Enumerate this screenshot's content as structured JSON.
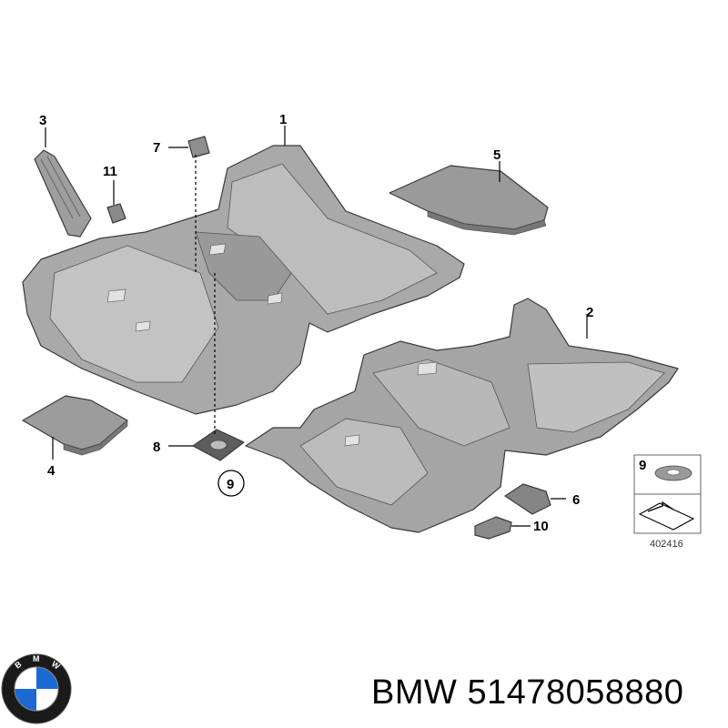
{
  "callouts": {
    "c1": "1",
    "c2": "2",
    "c3": "3",
    "c4": "4",
    "c5": "5",
    "c6": "6",
    "c7": "7",
    "c8": "8",
    "c9": "9",
    "c10": "10",
    "c11": "11",
    "legend9": "9"
  },
  "diagram_ref": "402416",
  "brand": {
    "name": "BMW",
    "part_number": "51478058880",
    "logo_letters": "BMW"
  },
  "colors": {
    "part_fill": "#a9a9a9",
    "part_dark": "#8c8c8c",
    "part_light": "#c8c8c8",
    "outline": "#3a3a3a",
    "logo_blue": "#1c69d4",
    "logo_ring": "#111111"
  }
}
